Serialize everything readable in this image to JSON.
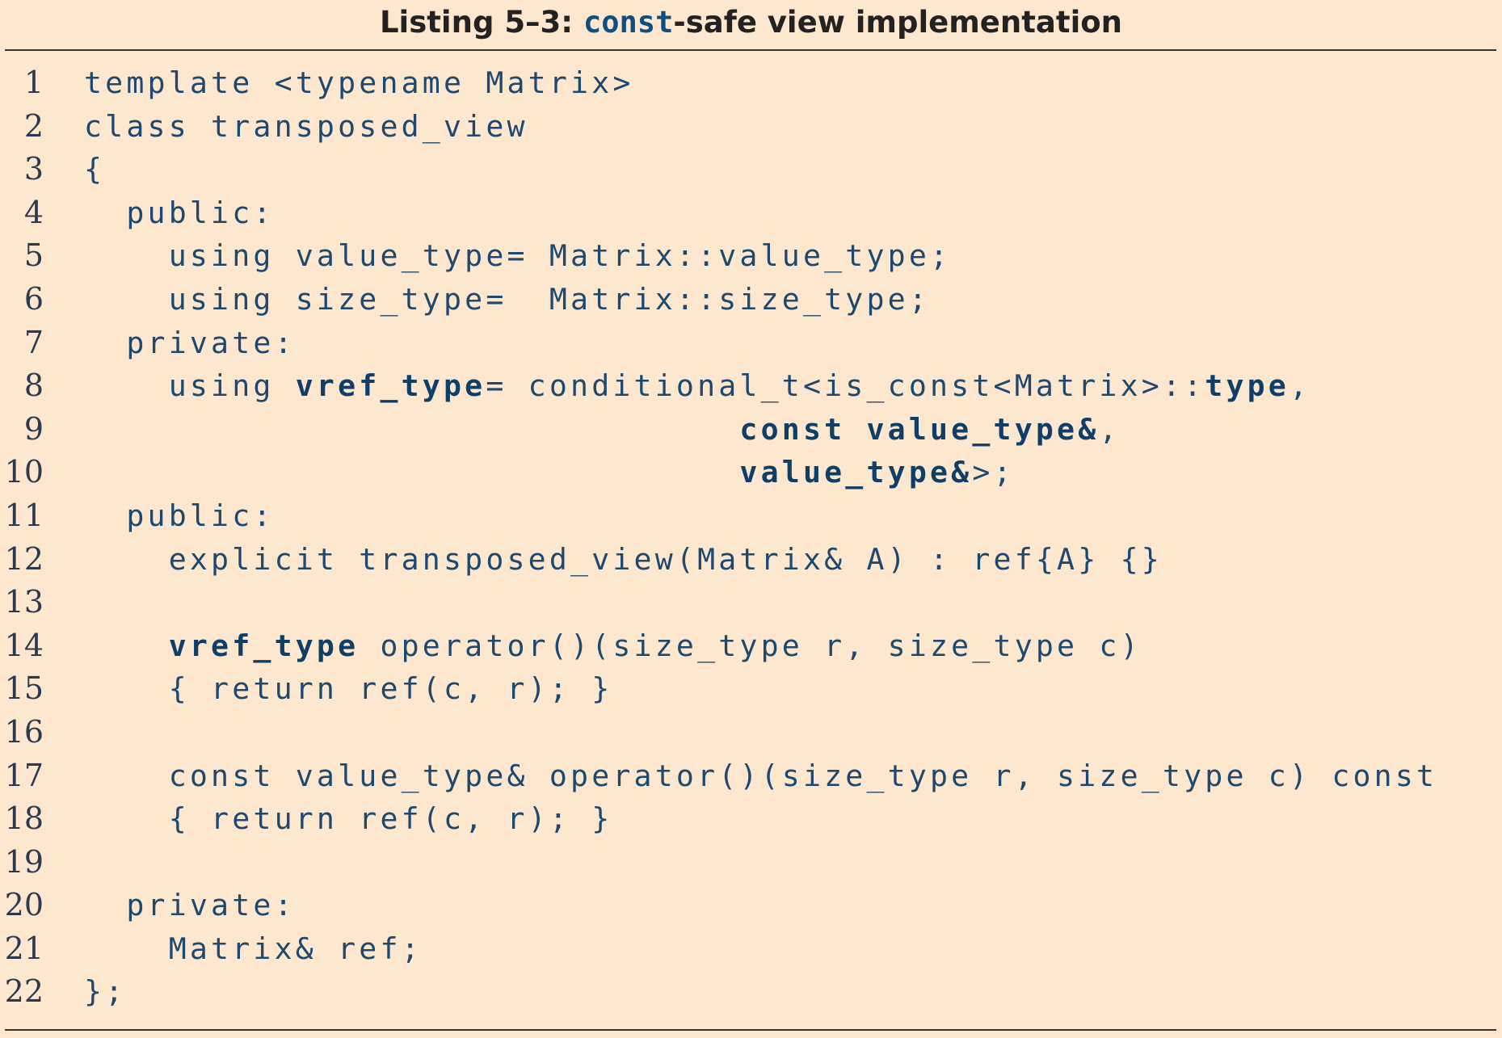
{
  "caption": {
    "prefix": "Listing 5–3: ",
    "keyword": "const",
    "suffix": "-safe view implementation"
  },
  "code_lines": [
    {
      "num": "1",
      "segments": [
        {
          "text": "template <typename Matrix>",
          "bold": false
        }
      ]
    },
    {
      "num": "2",
      "segments": [
        {
          "text": "class transposed_view",
          "bold": false
        }
      ]
    },
    {
      "num": "3",
      "segments": [
        {
          "text": "{",
          "bold": false
        }
      ]
    },
    {
      "num": "4",
      "segments": [
        {
          "text": "  public:",
          "bold": false
        }
      ]
    },
    {
      "num": "5",
      "segments": [
        {
          "text": "    using value_type= Matrix::value_type;",
          "bold": false
        }
      ]
    },
    {
      "num": "6",
      "segments": [
        {
          "text": "    using size_type=  Matrix::size_type;",
          "bold": false
        }
      ]
    },
    {
      "num": "7",
      "segments": [
        {
          "text": "  private:",
          "bold": false
        }
      ]
    },
    {
      "num": "8",
      "segments": [
        {
          "text": "    using ",
          "bold": false
        },
        {
          "text": "vref_type",
          "bold": true
        },
        {
          "text": "= conditional_t<is_const<Matrix>::",
          "bold": false
        },
        {
          "text": "type",
          "bold": true
        },
        {
          "text": ",",
          "bold": false
        }
      ]
    },
    {
      "num": "9",
      "segments": [
        {
          "text": "                               ",
          "bold": false
        },
        {
          "text": "const value_type&",
          "bold": true
        },
        {
          "text": ",",
          "bold": false
        }
      ]
    },
    {
      "num": "10",
      "segments": [
        {
          "text": "                               ",
          "bold": false
        },
        {
          "text": "value_type&",
          "bold": true
        },
        {
          "text": ">;",
          "bold": false
        }
      ]
    },
    {
      "num": "11",
      "segments": [
        {
          "text": "  public:",
          "bold": false
        }
      ]
    },
    {
      "num": "12",
      "segments": [
        {
          "text": "    explicit transposed_view(Matrix& A) : ref{A} {}",
          "bold": false
        }
      ]
    },
    {
      "num": "13",
      "segments": [
        {
          "text": "",
          "bold": false
        }
      ]
    },
    {
      "num": "14",
      "segments": [
        {
          "text": "    ",
          "bold": false
        },
        {
          "text": "vref_type",
          "bold": true
        },
        {
          "text": " operator()(size_type r, size_type c)",
          "bold": false
        }
      ]
    },
    {
      "num": "15",
      "segments": [
        {
          "text": "    { return ref(c, r); }",
          "bold": false
        }
      ]
    },
    {
      "num": "16",
      "segments": [
        {
          "text": "",
          "bold": false
        }
      ]
    },
    {
      "num": "17",
      "segments": [
        {
          "text": "    const value_type& operator()(size_type r, size_type c) const",
          "bold": false
        }
      ]
    },
    {
      "num": "18",
      "segments": [
        {
          "text": "    { return ref(c, r); }",
          "bold": false
        }
      ]
    },
    {
      "num": "19",
      "segments": [
        {
          "text": "",
          "bold": false
        }
      ]
    },
    {
      "num": "20",
      "segments": [
        {
          "text": "  private:",
          "bold": false
        }
      ]
    },
    {
      "num": "21",
      "segments": [
        {
          "text": "    Matrix& ref;",
          "bold": false
        }
      ]
    },
    {
      "num": "22",
      "segments": [
        {
          "text": "};",
          "bold": false
        }
      ]
    }
  ]
}
